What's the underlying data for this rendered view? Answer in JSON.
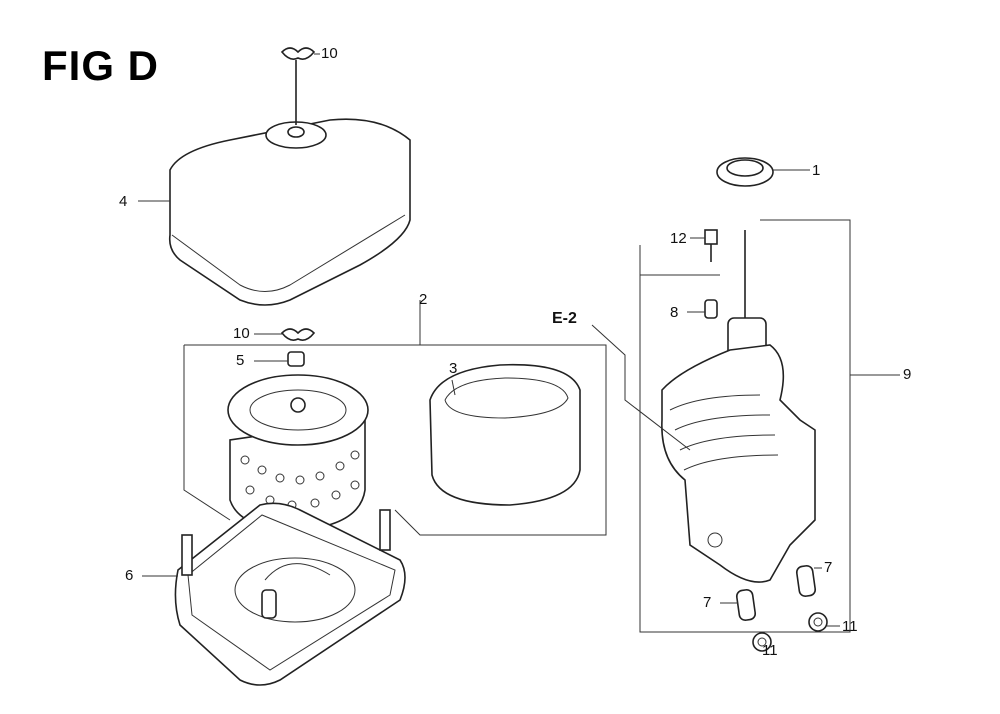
{
  "title": "FIG D",
  "reference": "E-2",
  "callouts": [
    {
      "id": "c10a",
      "text": "10"
    },
    {
      "id": "c4",
      "text": "4"
    },
    {
      "id": "c1",
      "text": "1"
    },
    {
      "id": "c12",
      "text": "12"
    },
    {
      "id": "c8",
      "text": "8"
    },
    {
      "id": "c9",
      "text": "9"
    },
    {
      "id": "c2",
      "text": "2"
    },
    {
      "id": "c10b",
      "text": "10"
    },
    {
      "id": "c5",
      "text": "5"
    },
    {
      "id": "c3",
      "text": "3"
    },
    {
      "id": "c6",
      "text": "6"
    },
    {
      "id": "c7a",
      "text": "7"
    },
    {
      "id": "c7b",
      "text": "7"
    },
    {
      "id": "c11a",
      "text": "11"
    },
    {
      "id": "c11b",
      "text": "11"
    }
  ]
}
